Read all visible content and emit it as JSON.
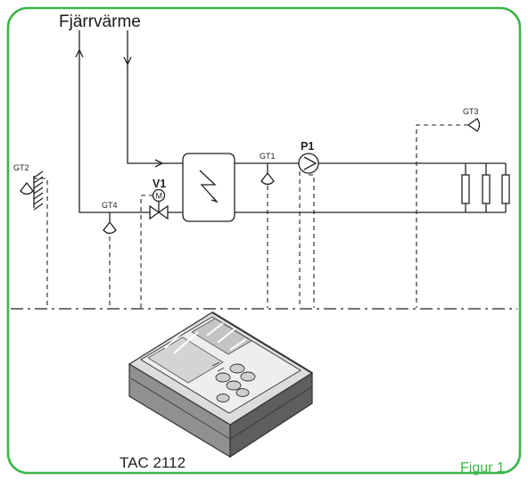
{
  "title": "Fjärrvärme",
  "figure_label": "Figur 1",
  "controller_label": "TAC 2112",
  "colors": {
    "frame": "#3cb54a",
    "line": "#222222",
    "figure_text": "#3cb54a"
  },
  "components": {
    "pump": "P1",
    "valve": "V1",
    "motor": "M",
    "sensor_supply": "GT1",
    "sensor_outdoor": "GT2",
    "sensor_room": "GT3",
    "sensor_return": "GT4"
  }
}
